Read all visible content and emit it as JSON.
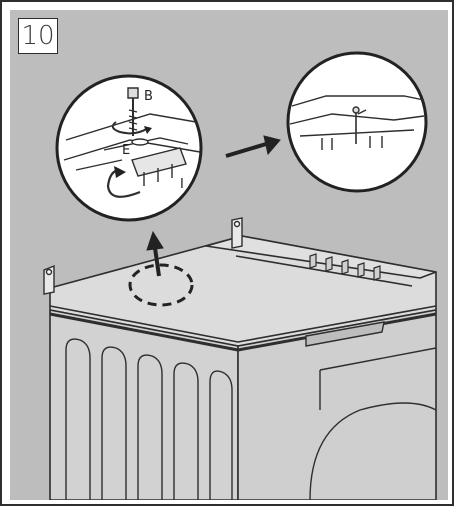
{
  "step": {
    "number": "10"
  },
  "labels": {
    "screw": "B",
    "part_e": "E",
    "part_i": "I"
  },
  "colors": {
    "panel_bg": "#bdbdbd",
    "ink": "#2e2e2e",
    "appliance_fill": "#d9d9d9"
  }
}
